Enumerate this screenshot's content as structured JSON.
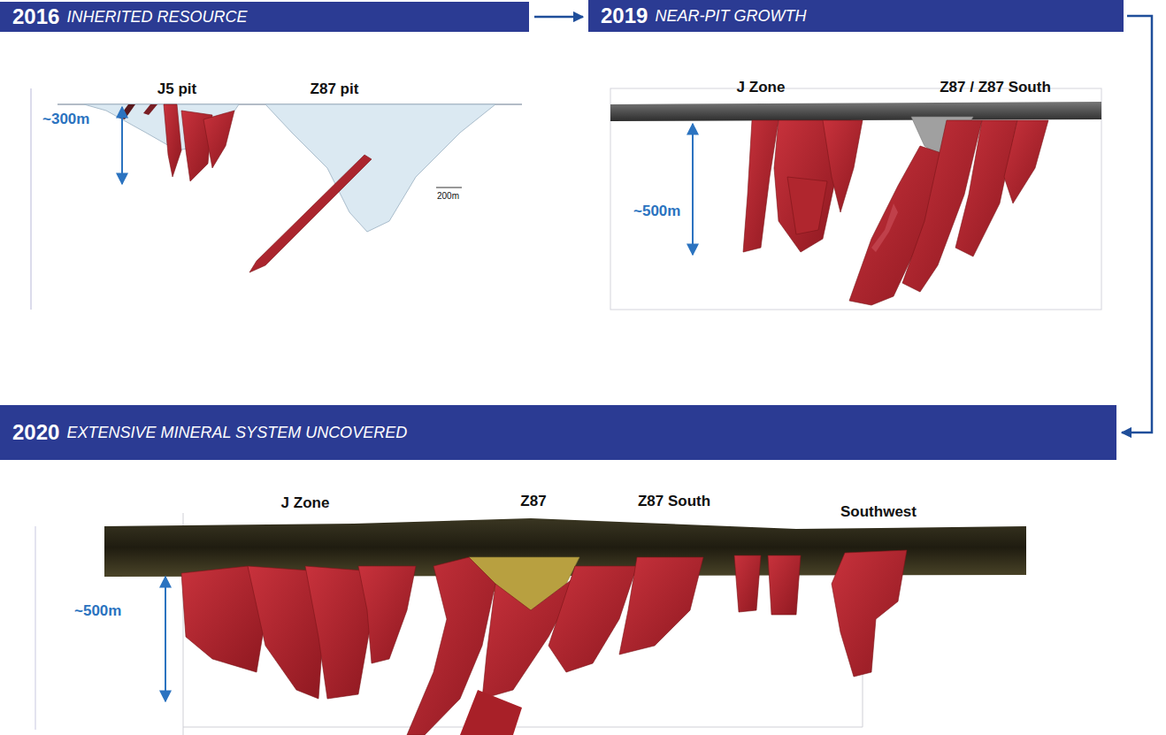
{
  "diagram": {
    "nodes": [
      {
        "text": [
          "2016",
          "INHERITED RESOURCE"
        ]
      },
      {
        "text": [
          "2019",
          "NEAR-PIT GROWTH"
        ]
      },
      {
        "text": [
          "2020",
          "EXTENSIVE MINERAL SYSTEM UNCOVERED"
        ]
      }
    ],
    "edges": [
      {
        "from": 0,
        "to": 1,
        "arrow": "to"
      },
      {
        "from": 1,
        "to": 2,
        "arrow": "to"
      }
    ],
    "labels": [
      "J5 pit",
      "Z87 pit",
      "~300m",
      "200m",
      "J Zone",
      "Z87 / Z87 South",
      "~500m",
      "J Zone",
      "Z87",
      "Z87 South",
      "Southwest",
      "~500m"
    ]
  }
}
